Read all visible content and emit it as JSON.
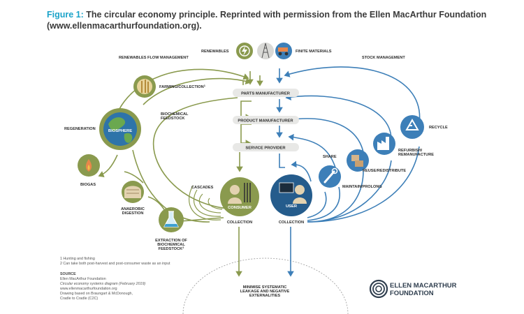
{
  "caption": {
    "figure_label": "Figure 1:",
    "text": " The circular economy principle. Reprinted with permission from the Ellen MacArthur Foundation (www.ellenmacarthurfoundation.org)."
  },
  "top": {
    "renewables": "RENEWABLES",
    "finite_materials": "FINITE MATERIALS",
    "renewables_flow": "RENEWABLES FLOW MANAGEMENT",
    "stock_management": "STOCK MANAGEMENT"
  },
  "chain": {
    "parts": "PARTS MANUFACTURER",
    "product": "PRODUCT MANUFACTURER",
    "service": "SERVICE PROVIDER"
  },
  "bio": {
    "farming": "FARMING/COLLECTION",
    "farming_sup": "1",
    "biosphere": "BIOSPHERE",
    "regeneration": "REGENERATION",
    "biochemical_1": "BIOCHEMICAL",
    "biochemical_2": "FEEDSTOCK",
    "biogas": "BIOGAS",
    "anaerobic_1": "ANAEROBIC",
    "anaerobic_2": "DIGESTION",
    "extraction_1": "EXTRACTION OF",
    "extraction_2": "BIOCHEMICAL",
    "extraction_3": "FEEDSTOCK",
    "extraction_sup": "2",
    "cascades": "CASCADES",
    "consumer": "CONSUMER",
    "collection": "COLLECTION"
  },
  "tech": {
    "user": "USER",
    "collection": "COLLECTION",
    "share": "SHARE",
    "maintain": "MAINTAIN/PROLONG",
    "reuse": "REUSE/REDISTRIBUTE",
    "refurbish_1": "REFURBISH/",
    "refurbish_2": "REMANUFACTURE",
    "recycle": "RECYCLE"
  },
  "bottom": {
    "minimise_1": "MINIMISE SYSTEMATIC",
    "minimise_2": "LEAKAGE AND NEGATIVE",
    "minimise_3": "EXTERNALITIES"
  },
  "notes": {
    "n1": "1 Hunting and fishing",
    "n2": "2 Can take both post-harvest and post-consumer waste as an input",
    "source_title": "SOURCE",
    "s1": "Ellen MacArthur Foundation",
    "s2": "Circular economy systems diagram (February 2019)",
    "s3": "www.ellenmacarthurfoundation.org",
    "s4": "Drawing based on Braungart & McDonough,",
    "s5": "Cradle to Cradle (C2C)"
  },
  "logo": {
    "line1": "ELLEN MACARTHUR",
    "line2": "FOUNDATION"
  },
  "colors": {
    "bio_green": "#8a9a4e",
    "tech_blue": "#3d7fb8",
    "dark_blue": "#255c8c",
    "bar_grey": "#e8e8e6",
    "caption_accent": "#1ba3c9"
  }
}
